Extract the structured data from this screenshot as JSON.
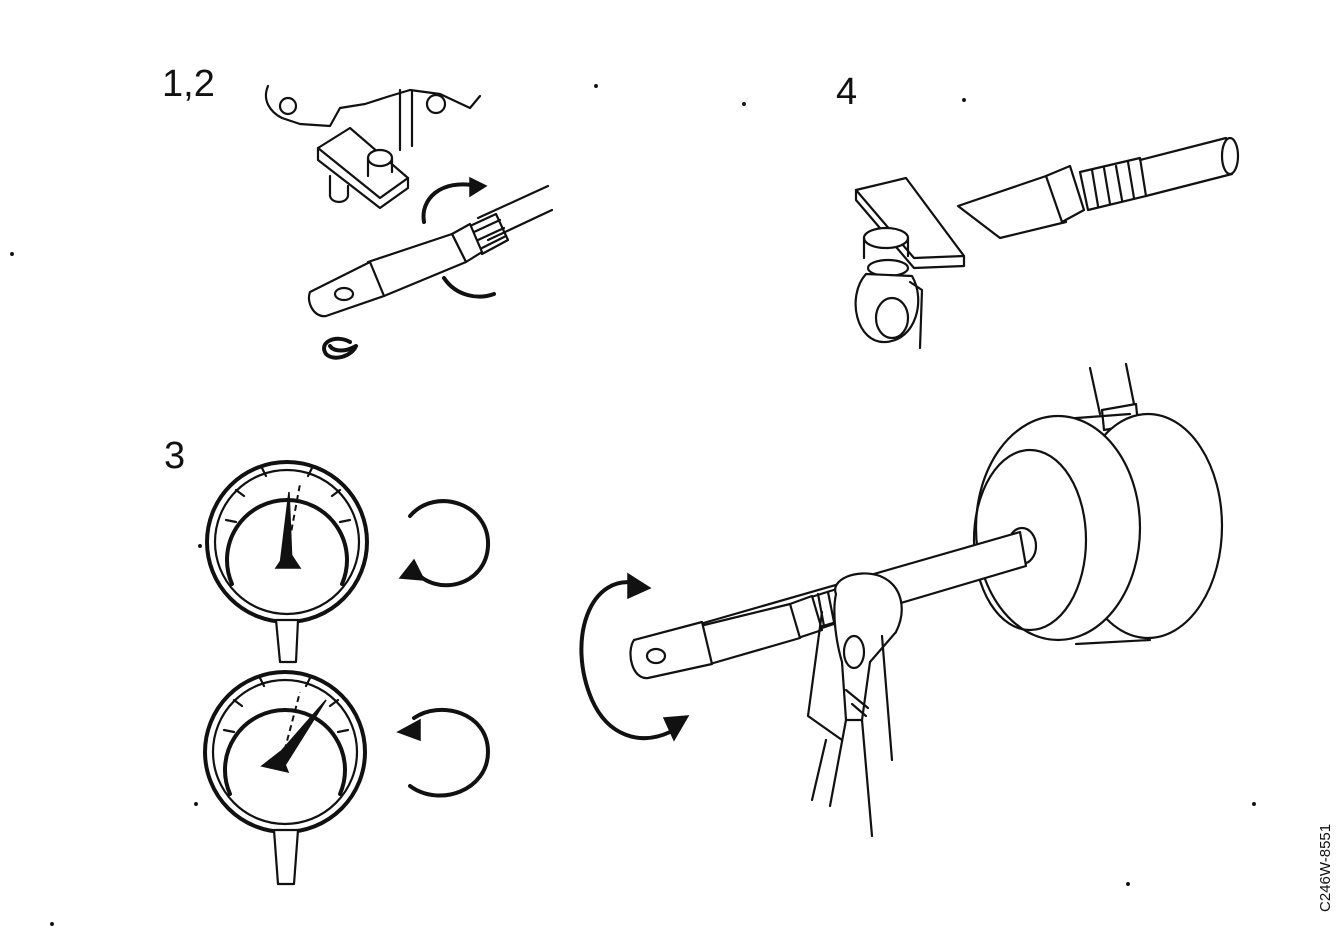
{
  "steps": {
    "step_1_2": "1,2",
    "step_3": "3",
    "step_4": "4"
  },
  "reference_code": "C246W-8551"
}
